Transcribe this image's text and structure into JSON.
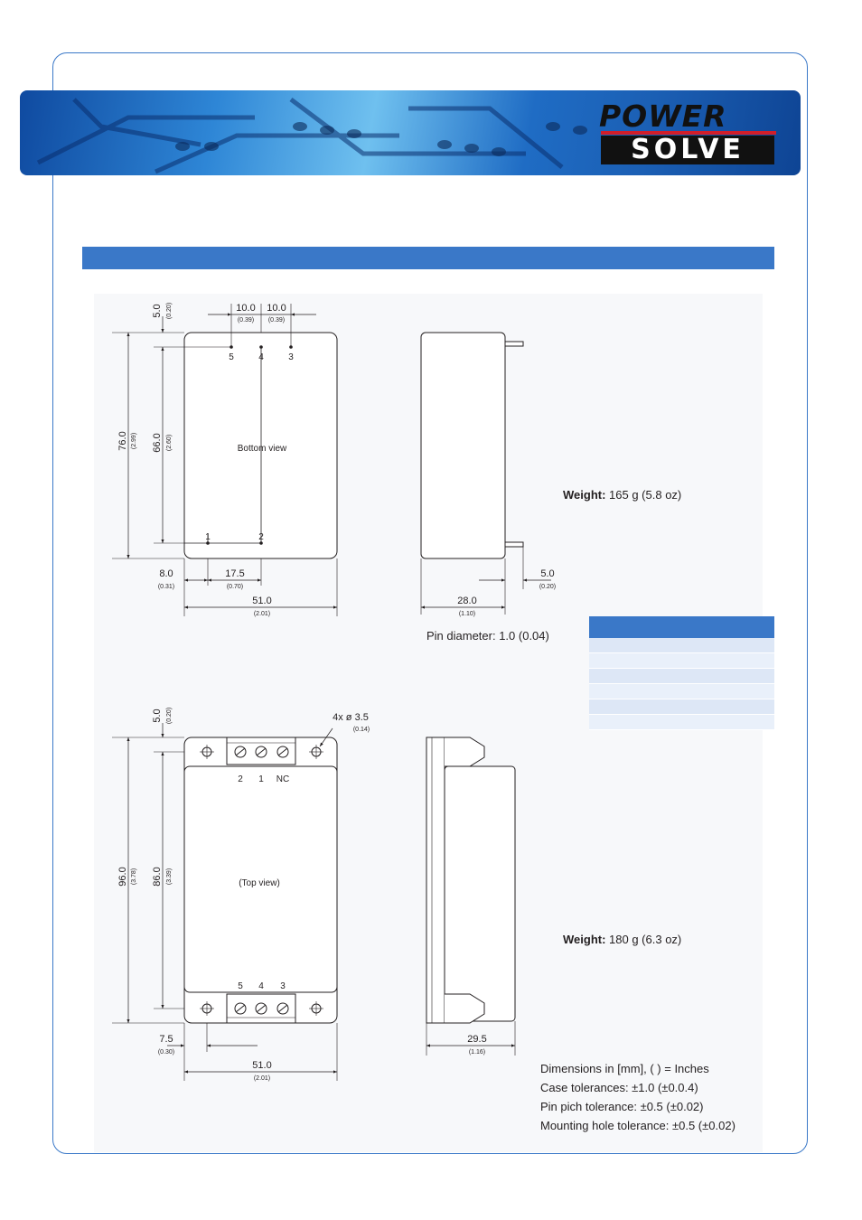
{
  "logo": {
    "line1": "POWER",
    "line2": "SOLVE"
  },
  "drawing1": {
    "top_dims": [
      "10.0",
      "10.0"
    ],
    "top_dims_in": [
      "(0.39)",
      "(0.39)"
    ],
    "v_small": "5.0",
    "v_small_in": "(0.20)",
    "v_total": "76.0",
    "v_total_in": "(2.99)",
    "v_inner": "66.0",
    "v_inner_in": "(2.60)",
    "pins_top": [
      "5",
      "4",
      "3"
    ],
    "pins_bottom": [
      "1",
      "2"
    ],
    "view_label": "Bottom view",
    "h_dims": [
      "8.0",
      "17.5"
    ],
    "h_dims_in": [
      "(0.31)",
      "(0.70)"
    ],
    "width": "51.0",
    "width_in": "(2.01)",
    "side_depth": "28.0",
    "side_depth_in": "(1.10)",
    "pin_len": "5.0",
    "pin_len_in": "(0.20)",
    "pin_diameter": "Pin diameter: 1.0  (0.04)",
    "weight_label": "Weight:",
    "weight_value": " 165 g (5.8 oz)"
  },
  "drawing2": {
    "v_small": "5.0",
    "v_small_in": "(0.20)",
    "v_total": "96.0",
    "v_total_in": "(3.78)",
    "v_inner": "86.0",
    "v_inner_in": "(3.39)",
    "hole": "4x ø 3.5",
    "hole_in": "(0.14)",
    "terminals_top": [
      "2",
      "1",
      "NC"
    ],
    "terminals_bottom": [
      "5",
      "4",
      "3"
    ],
    "view_label": "(Top view)",
    "h_dim": "7.5",
    "h_dim_in": "(0.30)",
    "width": "51.0",
    "width_in": "(2.01)",
    "side_depth": "29.5",
    "side_depth_in": "(1.16)",
    "weight_label": "Weight:",
    "weight_value": " 180 g (6.3 oz)"
  },
  "notes": [
    "Dimensions in [mm], ( ) = Inches",
    "Case tolerances: ±1.0 (±0.0.4)",
    "Pin pich tolerance: ±0.5 (±0.02)",
    "Mounting hole tolerance: ±0.5 (±0.02)"
  ],
  "colors": {
    "accent": "#3a78c8",
    "logo_red": "#d11e2a"
  }
}
